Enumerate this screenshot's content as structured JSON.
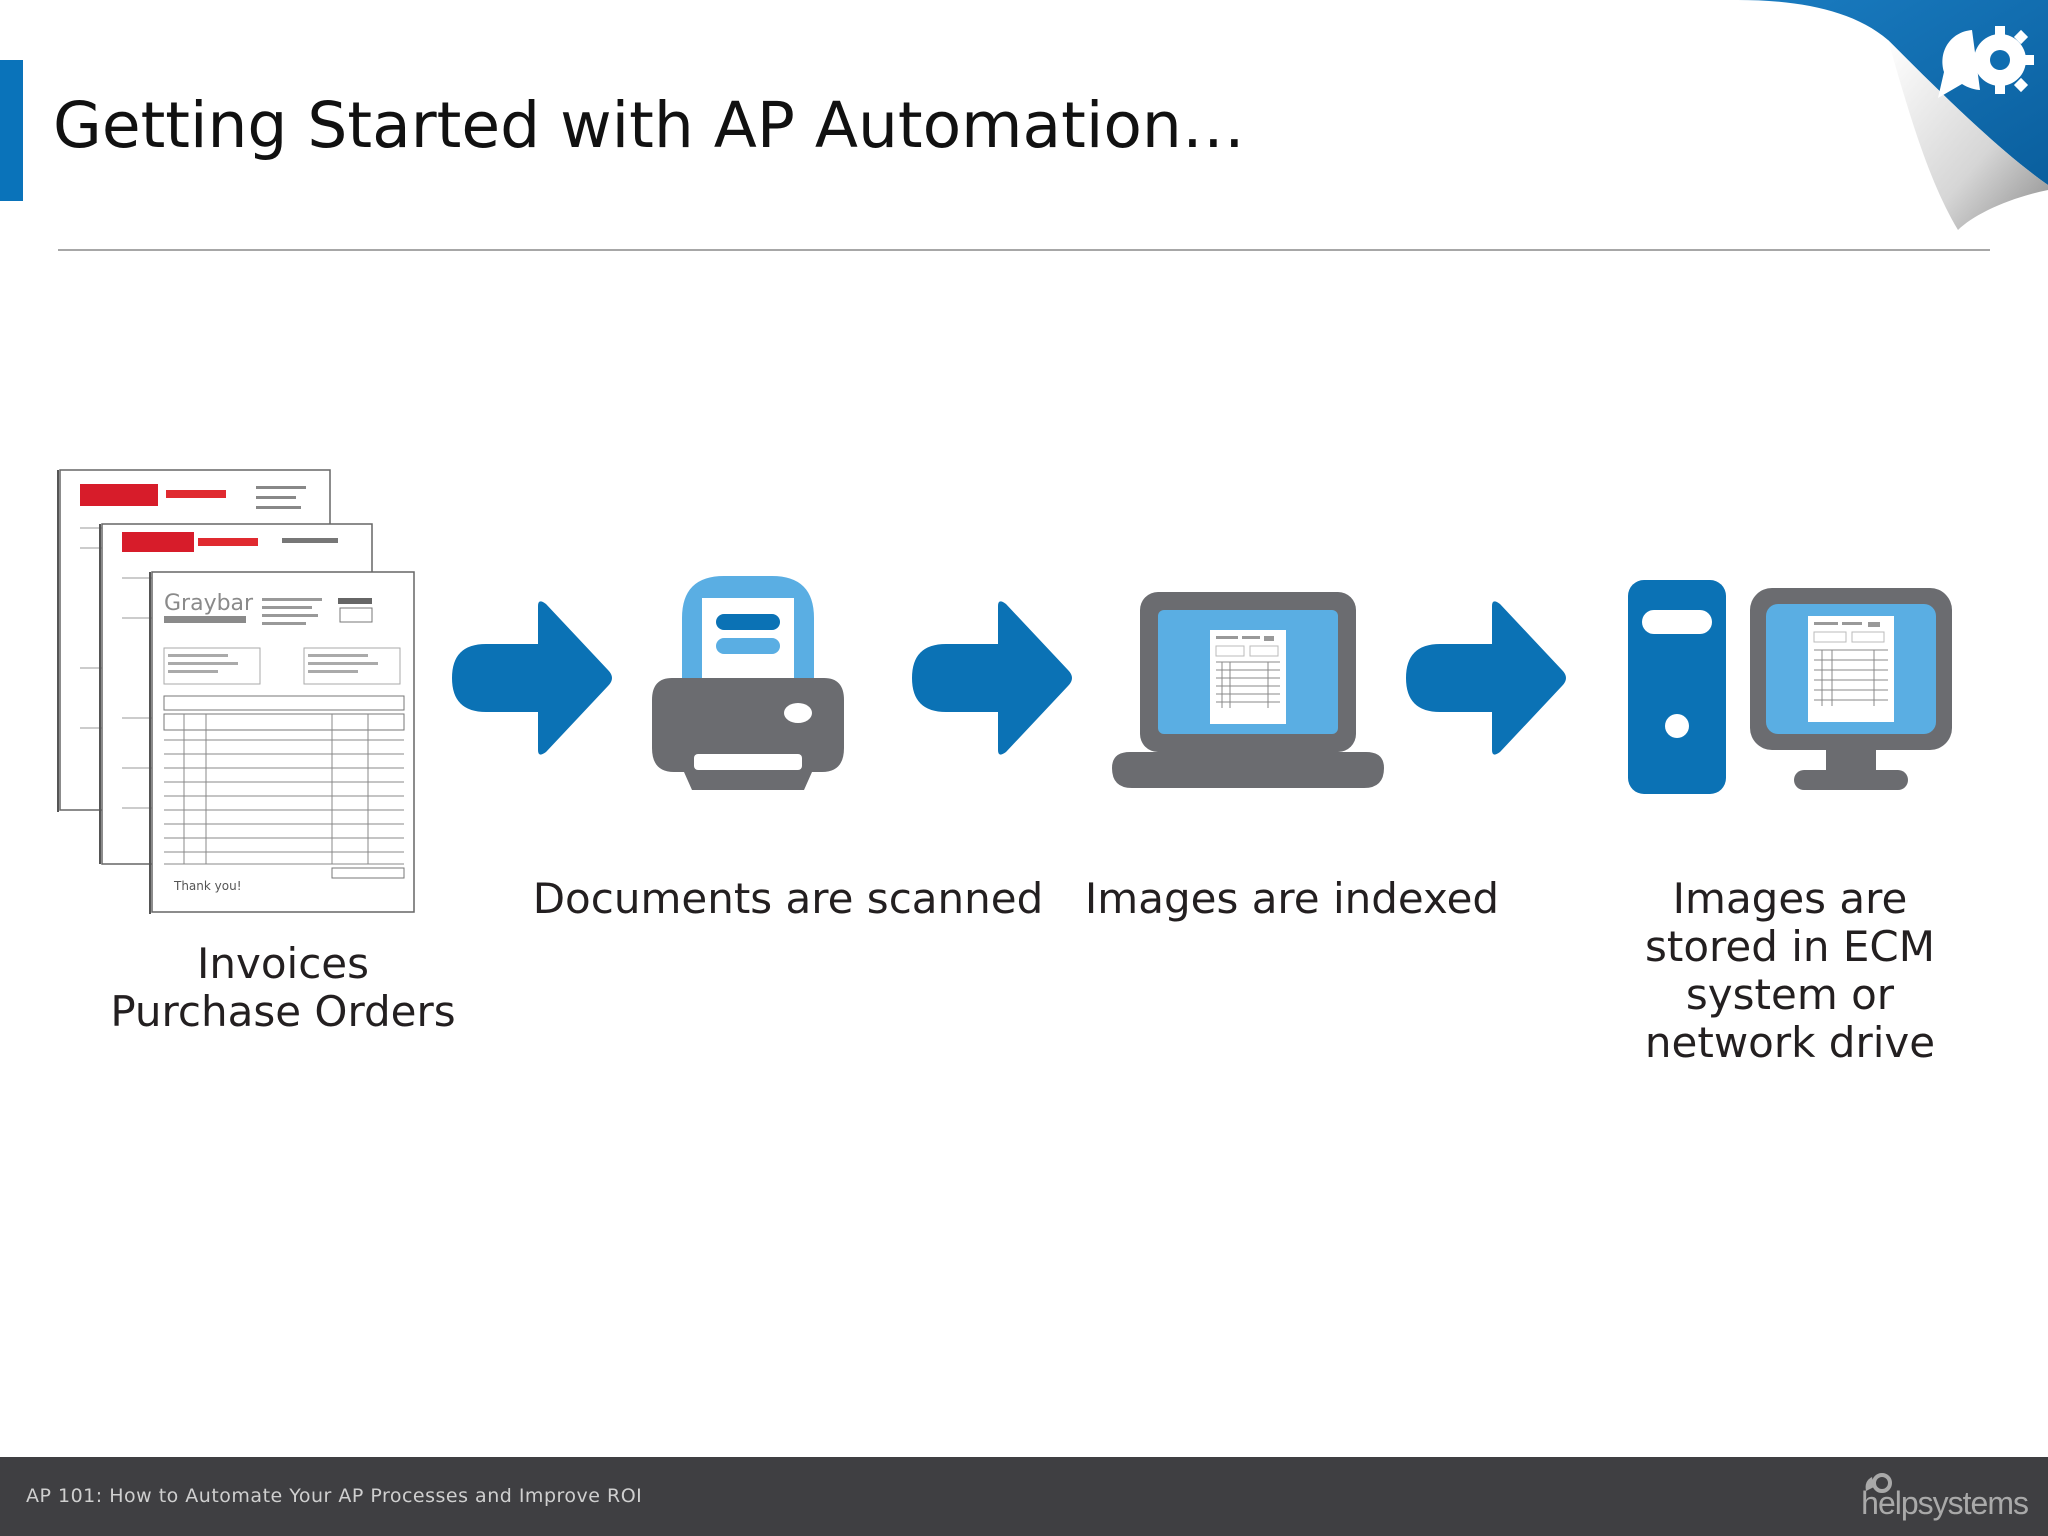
{
  "slide": {
    "title": "Getting Started with AP Automation…",
    "footer_text": "AP 101: How to Automate Your AP Processes and Improve ROI",
    "logo_text": "helpsystems"
  },
  "steps": [
    {
      "label_lines": [
        "Invoices",
        "Purchase Orders"
      ],
      "icon": "invoice-stack-icon"
    },
    {
      "label_lines": [
        "Documents are scanned"
      ],
      "icon": "printer-scanner-icon"
    },
    {
      "label_lines": [
        "Images are indexed"
      ],
      "icon": "laptop-icon"
    },
    {
      "label_lines": [
        "Images are",
        "stored in ECM",
        "system or",
        "network drive"
      ],
      "icon": "server-monitor-icon"
    }
  ],
  "document_art": {
    "logo_text": "Graybar",
    "note_text": "Thank you!"
  },
  "colors": {
    "accent": "#0a73ba",
    "arrow_blue": "#0b72b5",
    "screen_blue": "#5aaee3",
    "device_gray": "#58595b",
    "footer_bg": "#3f3f42"
  }
}
